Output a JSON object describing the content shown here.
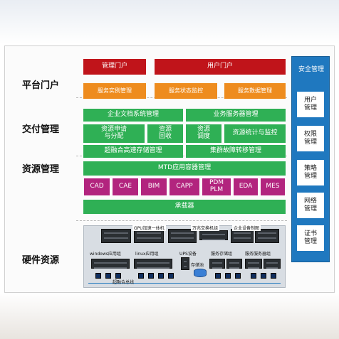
{
  "rows": {
    "portal": "平台门户",
    "delivery": "交付管理",
    "resource": "资源管理",
    "hardware": "硬件资源"
  },
  "portal": {
    "red": [
      "管理门户",
      "用户门户"
    ],
    "orange": [
      "服务实例管理",
      "服务状态监控",
      "服务数据管理"
    ]
  },
  "delivery": {
    "top": [
      "企业文档系统管理",
      "业务服务器管理"
    ],
    "middle": [
      "资源申请\n与分配",
      "资源\n回收",
      "资源\n调度",
      "资源统计与监控"
    ],
    "bottom": [
      "超融合高速存储管理",
      "集群故障转移管理"
    ]
  },
  "resource": {
    "mtd": "MTD应用容器管理",
    "apps": [
      "CAD",
      "CAE",
      "BIM",
      "CAPP",
      "PDM\nPLM",
      "EDA",
      "MES"
    ],
    "carrier": "承载器"
  },
  "security": {
    "title": "安全管理",
    "items": [
      "用户\n管理",
      "权限\n管理",
      "策略\n管理",
      "网络\n管理",
      "证书\n管理"
    ]
  },
  "hardware": {
    "top_labels": [
      "GPU加速一体机",
      "万兆交换机组",
      "企业设备制图"
    ],
    "groups": [
      "windows应用组",
      "linux应用组",
      "UPS设备",
      "服务存储组",
      "服务服务器组"
    ],
    "storage": "存储池",
    "cluster": "超融合总线"
  },
  "colors": {
    "red": "#c0141a",
    "orange": "#ee8c1e",
    "green": "#2fb055",
    "magenta": "#b2247e",
    "security_blue": "#1f78bf"
  }
}
